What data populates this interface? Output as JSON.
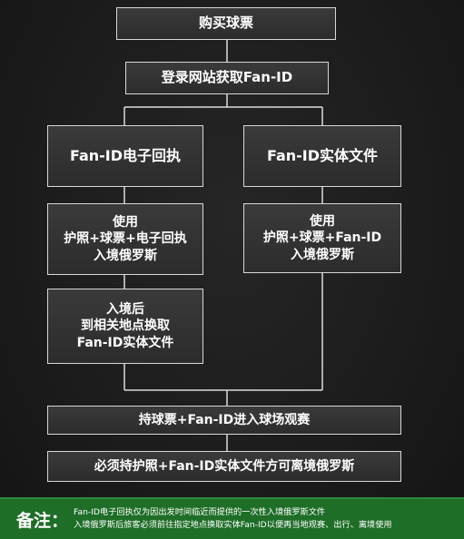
{
  "flow": {
    "buy_ticket": "购买球票",
    "register": "登录网站获取Fan-ID",
    "left_branch": {
      "title": "Fan-ID电子回执",
      "step1": [
        "使用",
        "护照+球票+电子回执",
        "入境俄罗斯"
      ],
      "step2": [
        "入境后",
        "到相关地点换取",
        "Fan-ID实体文件"
      ]
    },
    "right_branch": {
      "title": "Fan-ID实体文件",
      "step1": [
        "使用",
        "护照+球票+Fan-ID",
        "入境俄罗斯"
      ]
    },
    "enter_stadium": "持球票+Fan-ID进入球场观赛",
    "exit_rule": "必须持护照+Fan-ID实体文件方可离境俄罗斯"
  },
  "note": {
    "label": "备注：",
    "lines": [
      "Fan-ID电子回执仅为因出发时间临近而提供的一次性入境俄罗斯文件",
      "入境俄罗斯后旅客必须前往指定地点换取实体Fan-ID以便再当地观赛、出行、离境使用"
    ]
  },
  "colors": {
    "background": "#1c1c1c",
    "box": "#333333",
    "border": "#d8d8d8",
    "note_bar": "#1e6e28"
  }
}
